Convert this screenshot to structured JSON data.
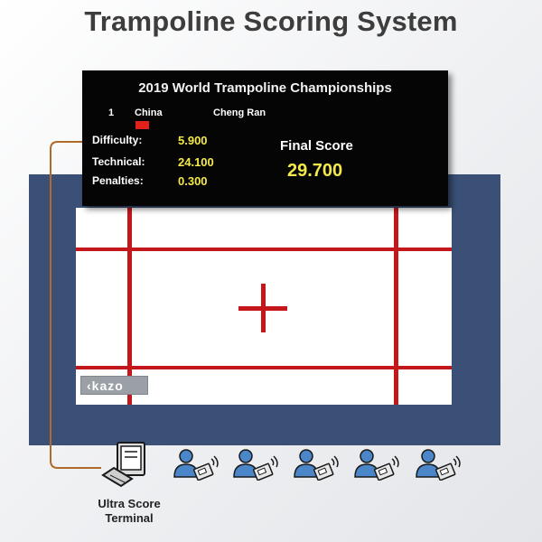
{
  "page": {
    "title": "Trampoline Scoring System"
  },
  "scoreboard": {
    "event_title": "2019 World Trampoline Championships",
    "rank": "1",
    "country": "China",
    "athlete": "Cheng Ran",
    "rows": [
      {
        "label": "Difficulty:",
        "value": "5.900"
      },
      {
        "label": "Technical:",
        "value": "24.100"
      },
      {
        "label": "Penalties:",
        "value": "0.300"
      }
    ],
    "final_label": "Final Score",
    "final_value": "29.700"
  },
  "logo": {
    "text": "kazo"
  },
  "terminal": {
    "label_line1": "Ultra Score",
    "label_line2": "Terminal"
  },
  "judges": {
    "count": 5
  },
  "colors": {
    "mat_frame": "#3a5076",
    "bed_lines": "#c3171c",
    "scoreboard_bg": "#050505",
    "score_values": "#f4e94a",
    "connector": "#b06a2a"
  }
}
